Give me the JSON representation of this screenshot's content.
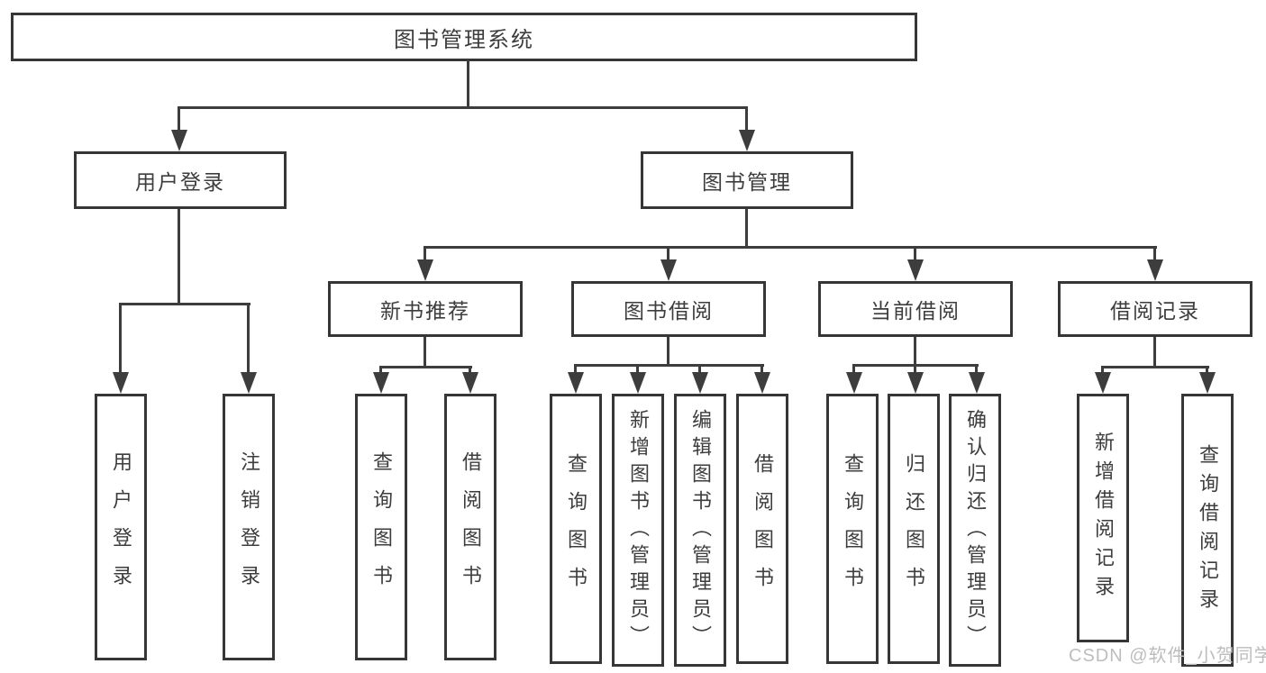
{
  "diagram": {
    "type": "hierarchy-flowchart",
    "root": {
      "label": "图书管理系统"
    },
    "branches": [
      {
        "label": "用户登录",
        "children": [
          {
            "label": "用户登录"
          },
          {
            "label": "注销登录"
          }
        ]
      },
      {
        "label": "图书管理",
        "children": [
          {
            "label": "新书推荐",
            "children": [
              {
                "label": "查询图书"
              },
              {
                "label": "借阅图书"
              }
            ]
          },
          {
            "label": "图书借阅",
            "children": [
              {
                "label": "查询图书"
              },
              {
                "label": "新增图书（管理员）"
              },
              {
                "label": "编辑图书（管理员）"
              },
              {
                "label": "借阅图书"
              }
            ]
          },
          {
            "label": "当前借阅",
            "children": [
              {
                "label": "查询图书"
              },
              {
                "label": "归还图书"
              },
              {
                "label": "确认归还（管理员）"
              }
            ]
          },
          {
            "label": "借阅记录",
            "children": [
              {
                "label": "新增借阅记录"
              },
              {
                "label": "查询借阅记录"
              }
            ]
          }
        ]
      }
    ],
    "colors": {
      "line": "#3d3d3d",
      "border": "#363636",
      "text": "#3d3d3d",
      "background": "#ffffff",
      "watermark": "#bdbdbd"
    }
  },
  "watermark": {
    "text": "CSDN @软件_小贺同学"
  }
}
